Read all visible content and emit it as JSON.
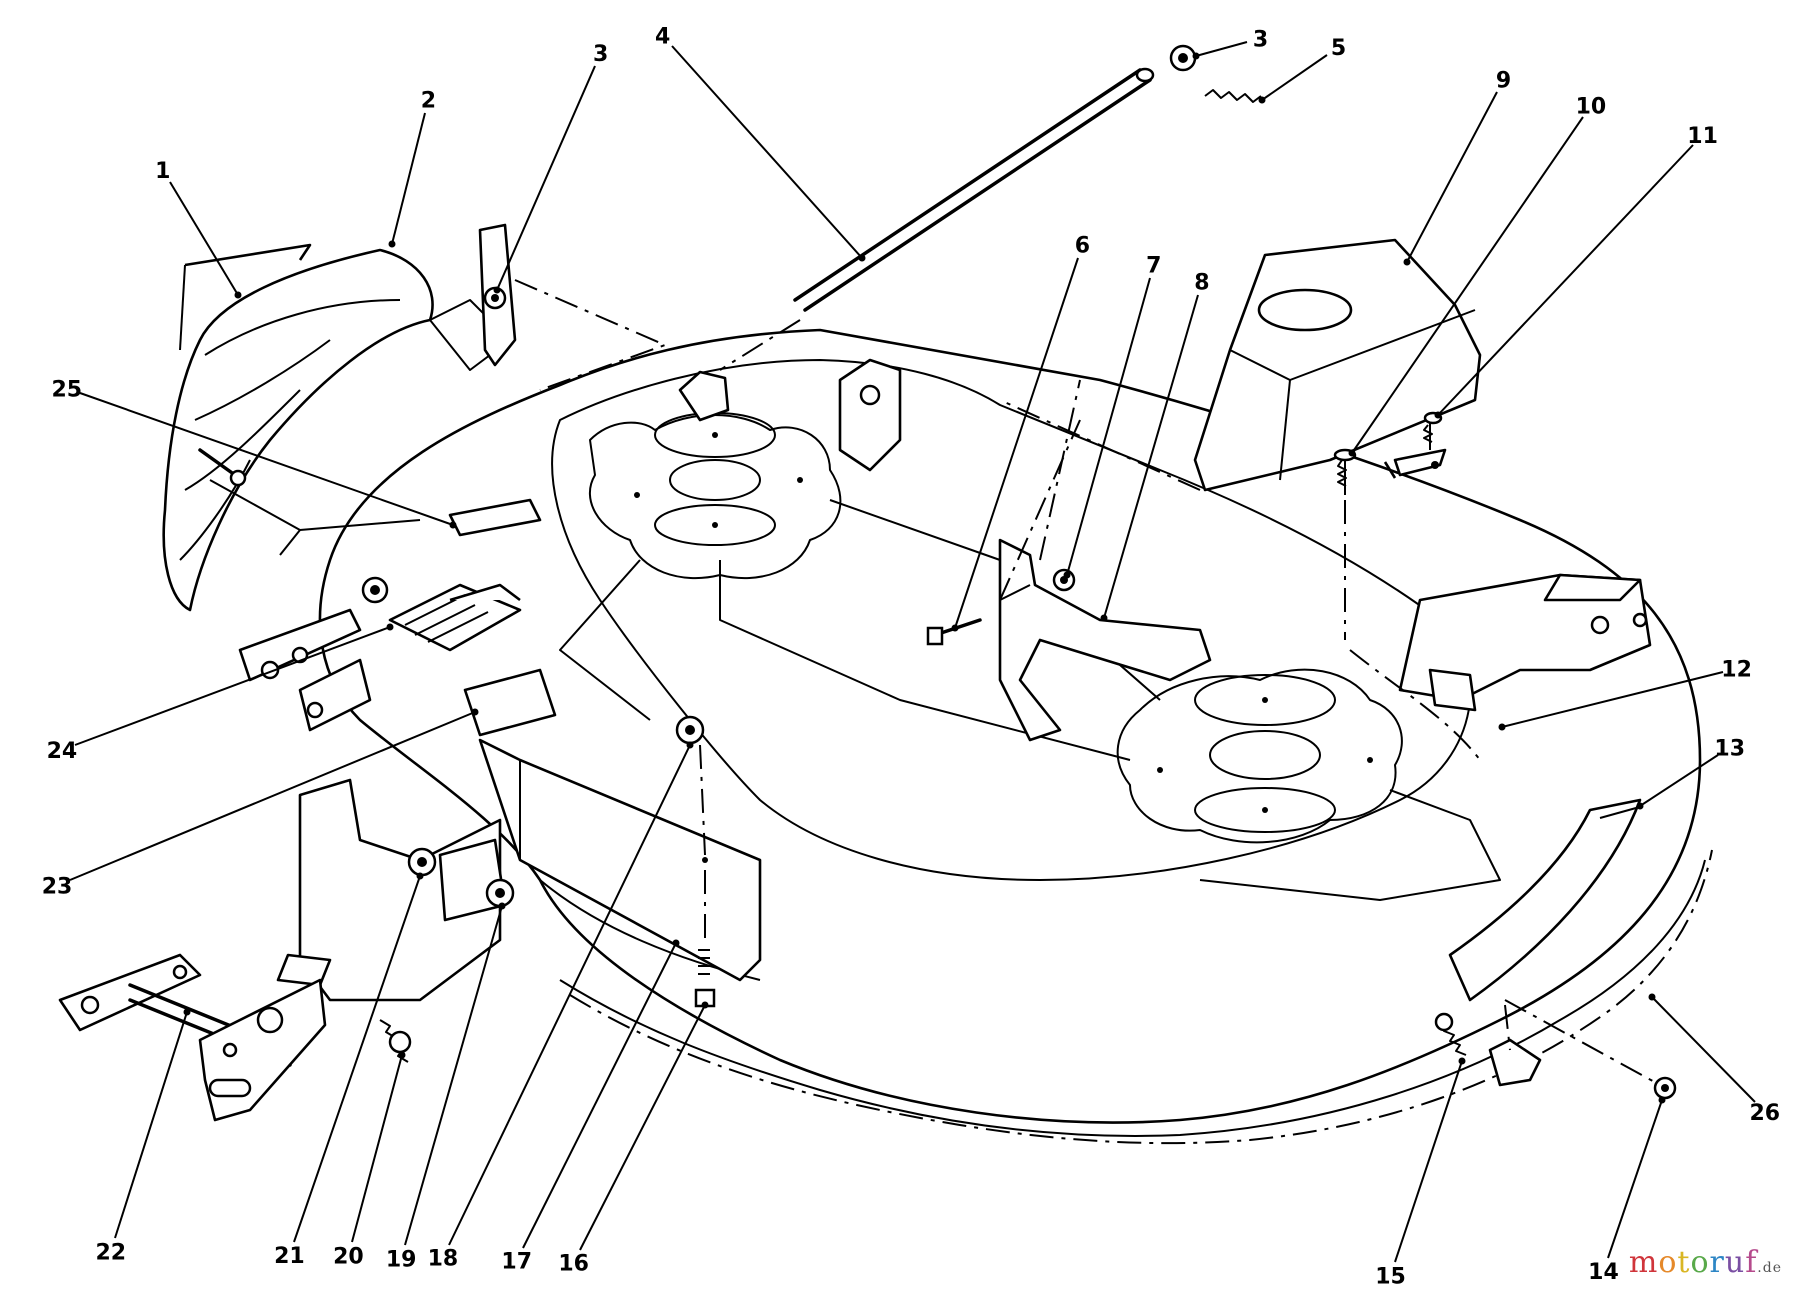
{
  "watermark": {
    "letters": [
      {
        "ch": "m",
        "color": "#d0353b"
      },
      {
        "ch": "o",
        "color": "#e5892a"
      },
      {
        "ch": "t",
        "color": "#d9b624"
      },
      {
        "ch": "o",
        "color": "#59a94a"
      },
      {
        "ch": "r",
        "color": "#2d86c5"
      },
      {
        "ch": "u",
        "color": "#7a4fa3"
      },
      {
        "ch": "f",
        "color": "#b54a8c"
      }
    ],
    "suffix": ".de",
    "suffix_color": "#555555"
  },
  "callouts": [
    {
      "id": "1",
      "label": "1"
    },
    {
      "id": "2",
      "label": "2"
    },
    {
      "id": "3a",
      "label": "3"
    },
    {
      "id": "3b",
      "label": "3"
    },
    {
      "id": "4",
      "label": "4"
    },
    {
      "id": "5",
      "label": "5"
    },
    {
      "id": "6",
      "label": "6"
    },
    {
      "id": "7",
      "label": "7"
    },
    {
      "id": "8",
      "label": "8"
    },
    {
      "id": "9",
      "label": "9"
    },
    {
      "id": "10",
      "label": "10"
    },
    {
      "id": "11",
      "label": "11"
    },
    {
      "id": "12",
      "label": "12"
    },
    {
      "id": "13",
      "label": "13"
    },
    {
      "id": "14",
      "label": "14"
    },
    {
      "id": "15",
      "label": "15"
    },
    {
      "id": "16",
      "label": "16"
    },
    {
      "id": "17",
      "label": "17"
    },
    {
      "id": "18",
      "label": "18"
    },
    {
      "id": "19",
      "label": "19"
    },
    {
      "id": "20",
      "label": "20"
    },
    {
      "id": "21",
      "label": "21"
    },
    {
      "id": "22",
      "label": "22"
    },
    {
      "id": "23",
      "label": "23"
    },
    {
      "id": "24",
      "label": "24"
    },
    {
      "id": "25",
      "label": "25"
    },
    {
      "id": "26",
      "label": "26"
    }
  ]
}
